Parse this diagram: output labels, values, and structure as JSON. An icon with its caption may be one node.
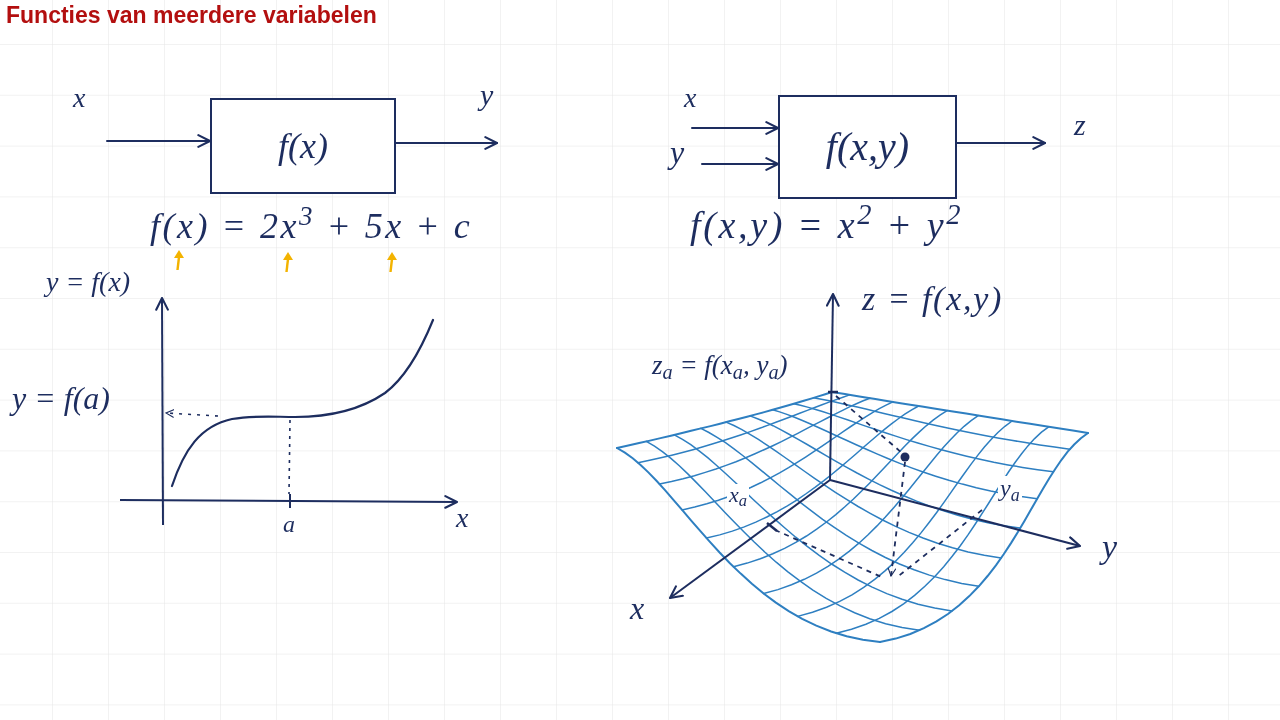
{
  "diagram": {
    "title": "Functies van meerdere variabelen",
    "nodes": [
      {
        "text": [
          "f(x)"
        ]
      },
      {
        "text": [
          "f(x,y)"
        ]
      }
    ],
    "edges": [
      {
        "from": null,
        "to": 0,
        "arrow": "to",
        "label": "x"
      },
      {
        "from": 0,
        "to": null,
        "arrow": "to",
        "label": "y"
      },
      {
        "from": null,
        "to": 1,
        "arrow": "to",
        "label": "x"
      },
      {
        "from": null,
        "to": 1,
        "arrow": "to",
        "label": "y"
      },
      {
        "from": 1,
        "to": null,
        "arrow": "to",
        "label": "z"
      }
    ],
    "labels": [
      "f(x) = 2x$^{3}$ + 5x + c",
      "f(x,y) = x$^{2}$ + y$^{2}$",
      "y = f(x)",
      "z = f(x,y)",
      "z$_{a}$ = f(x$_{a}$, y$_{a}$)",
      "y = f(a)",
      "x$_{a}$",
      "y$_{a}$",
      "a",
      "x",
      "y",
      "x"
    ]
  }
}
